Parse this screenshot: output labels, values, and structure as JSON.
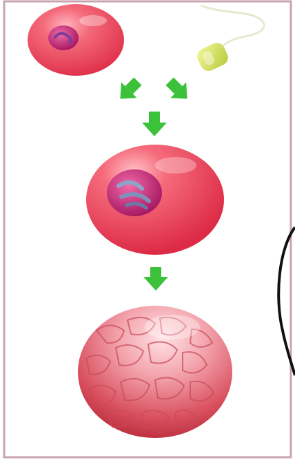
{
  "diagram": {
    "stages": [
      {
        "id": "egg-cell",
        "icon": "egg-cell-icon"
      },
      {
        "id": "sperm-cell",
        "icon": "sperm-cell-icon"
      },
      {
        "id": "zygote",
        "icon": "zygote-cell-icon"
      },
      {
        "id": "embryo",
        "icon": "embryo-cell-cluster-icon"
      }
    ],
    "arrows": [
      {
        "from": "egg-cell",
        "to": "zygote",
        "color": "#3cc23a"
      },
      {
        "from": "sperm-cell",
        "to": "zygote",
        "color": "#3cc23a"
      },
      {
        "from": "merge",
        "to": "zygote",
        "color": "#3cc23a"
      },
      {
        "from": "zygote",
        "to": "embryo",
        "color": "#3cc23a"
      }
    ],
    "colors": {
      "cell_fill": "#f05a6a",
      "nucleus": "#c2187a",
      "sperm_head": "#d8e45a",
      "arrow": "#3cc23a",
      "frame_border": "#c9a3b0"
    }
  }
}
